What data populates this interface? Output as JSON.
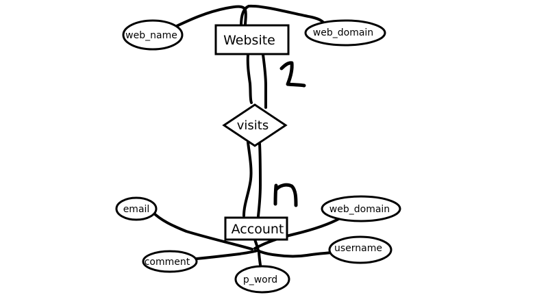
{
  "diagram": {
    "entities": {
      "website": "Website",
      "account": "Account"
    },
    "relationship": {
      "label": "visits"
    },
    "cardinality": {
      "website_side": "1",
      "account_side": "n"
    },
    "website_attributes": {
      "web_name": "web_name",
      "web_domain": "web_domain"
    },
    "account_attributes": {
      "email": "email",
      "web_domain": "web_domain",
      "username": "username",
      "comment": "comment",
      "p_word": "p_word"
    },
    "colors": {
      "stroke": "#000000",
      "background": "#ffffff"
    }
  }
}
